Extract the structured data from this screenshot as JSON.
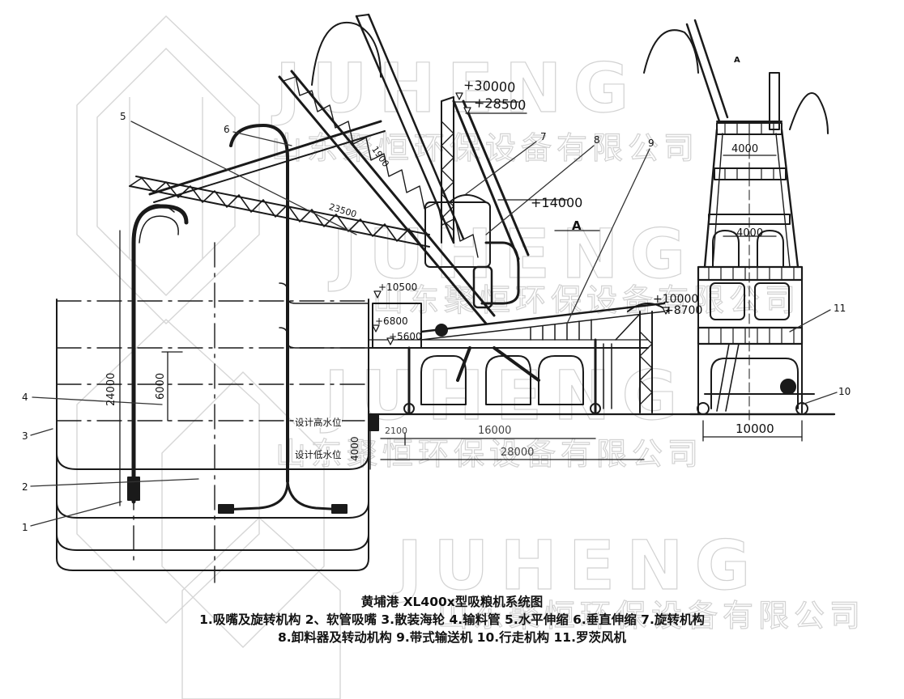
{
  "diagram": {
    "title": "黄埔港 XL400x型吸粮机系统图",
    "legend_lines": [
      "1.吸嘴及旋转机构 2、软管吸嘴 3.散装海轮 4.输料管 5.水平伸缩 6.垂直伸缩 7.旋转机构",
      "8.卸料器及转动机构  9.带式输送机 10.行走机构  11.罗茨风机"
    ],
    "legend_items": [
      {
        "number": "1",
        "label": "吸嘴及旋转机构"
      },
      {
        "number": "2",
        "label": "软管吸嘴"
      },
      {
        "number": "3",
        "label": "散装海轮"
      },
      {
        "number": "4",
        "label": "输料管"
      },
      {
        "number": "5",
        "label": "水平伸缩"
      },
      {
        "number": "6",
        "label": "垂直伸缩"
      },
      {
        "number": "7",
        "label": "旋转机构"
      },
      {
        "number": "8",
        "label": "卸料器及转动机构"
      },
      {
        "number": "9",
        "label": "带式输送机"
      },
      {
        "number": "10",
        "label": "行走机构"
      },
      {
        "number": "11",
        "label": "罗茨风机"
      }
    ],
    "callouts": {
      "c1": "1",
      "c2": "2",
      "c3": "3",
      "c4": "4",
      "c5": "5",
      "c6": "6",
      "c7": "7",
      "c8": "8",
      "c9": "9",
      "c10": "10",
      "c11": "11"
    },
    "elevations": {
      "e30000": "+30000",
      "e28500": "+28500",
      "e14000": "+14000",
      "e10500": "+10500",
      "e6800": "+6800",
      "e5600": "+5600",
      "e10000": "+10000",
      "e8700": "+8700"
    },
    "dimensions": {
      "d1900": "1900",
      "d23500": "23500",
      "d24000": "24000",
      "d6000": "6000",
      "d4000_water": "4000",
      "d2100": "2100",
      "d16000": "16000",
      "d28000": "28000",
      "d4000_top": "4000",
      "d4000_mid": "4000",
      "d10000": "10000"
    },
    "section_marks": {
      "a_side": "A",
      "a_end": "A"
    },
    "water_levels": {
      "high": "设计高水位",
      "low": "设计低水位"
    },
    "watermark": {
      "brand": "JUHENG",
      "company": "山东聚恒环保设备有限公司"
    }
  }
}
